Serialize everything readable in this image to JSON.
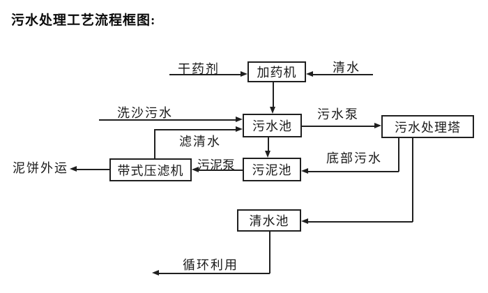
{
  "title": "污水处理工艺流程框图:",
  "diagram": {
    "nodes": {
      "dosing_machine": "加药机",
      "sewage_tank": "污水池",
      "treatment_tower": "污水处理塔",
      "belt_filter_press": "带式压滤机",
      "sludge_tank": "污泥池",
      "clean_water_tank": "清水池"
    },
    "flow_labels": {
      "dry_agent": "干药剂",
      "clean_water": "清水",
      "sand_wash_sewage": "洗沙污水",
      "sewage_pump": "污水泵",
      "filtered_water": "滤清水",
      "sludge_pump": "污泥泵",
      "bottom_sewage": "底部污水",
      "mud_cake_out": "泥饼外运",
      "recycle_use": "循环利用"
    },
    "colors": {
      "line": "#1f1f1f",
      "box_border": "#1f1f1f",
      "text": "#1a1a1a",
      "background": "#ffffff"
    }
  }
}
